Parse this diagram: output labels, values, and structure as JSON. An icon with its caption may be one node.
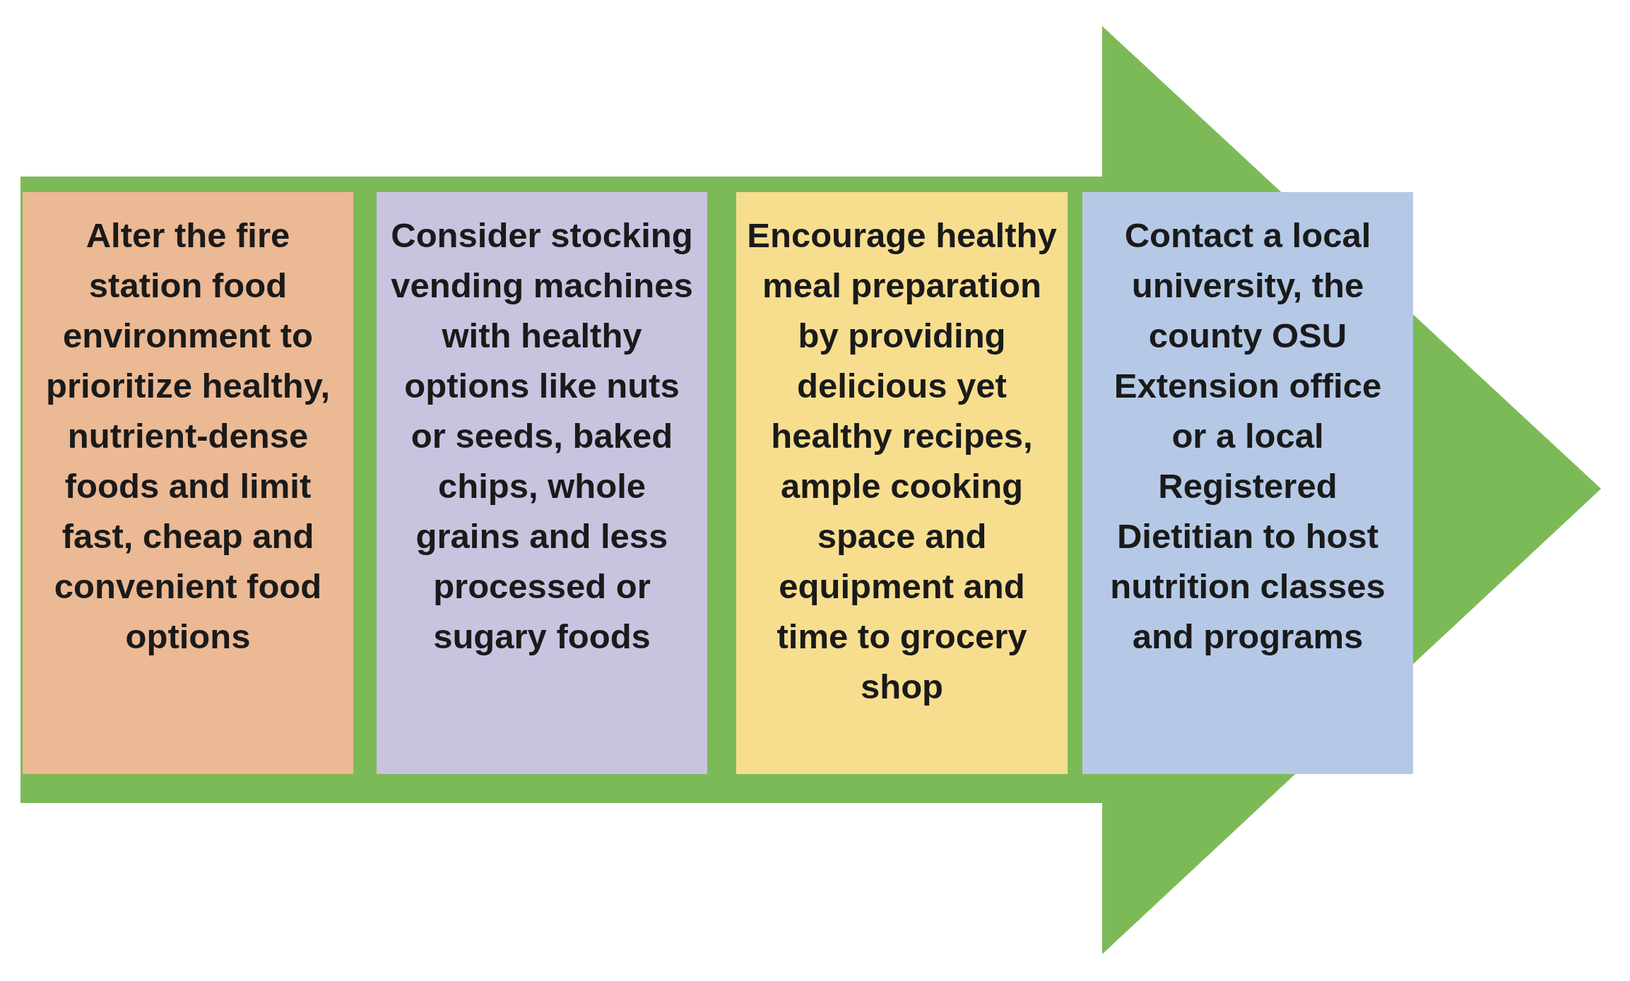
{
  "diagram": {
    "nodes": [
      {
        "text": [
          "Alter the fire station food environment to prioritize healthy, nutrient-dense foods and limit fast, cheap and convenient food options"
        ]
      },
      {
        "text": [
          "Consider stocking vending machines with healthy options like nuts or seeds, baked chips, whole grains and less processed or sugary foods"
        ]
      },
      {
        "text": [
          "Encourage healthy meal preparation by providing delicious yet healthy recipes, ample cooking space and equipment and time to grocery shop"
        ]
      },
      {
        "text": [
          "Contact a local university, the county OSU Extension office or a local Registered Dietitian to host nutrition classes and programs"
        ]
      }
    ]
  }
}
